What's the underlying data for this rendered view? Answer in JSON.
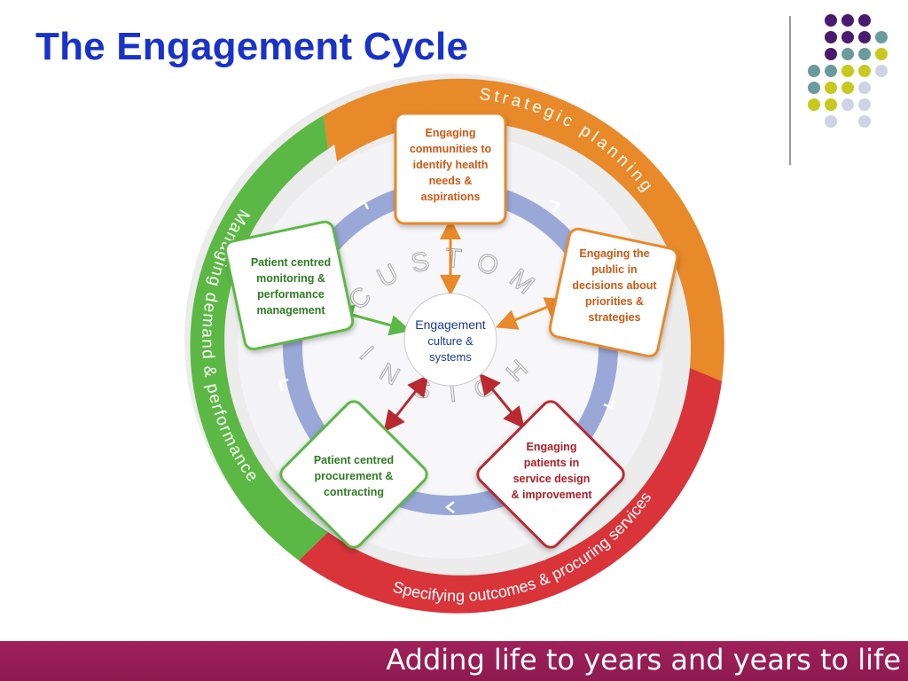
{
  "title": "The Engagement Cycle",
  "footer": {
    "tagline": "Adding life to years and years to life"
  },
  "colors": {
    "title": "#1932c8",
    "orange": "#e8892a",
    "red": "#d8343a",
    "green": "#5cb845",
    "blue_ring": "#9aa8d8",
    "footer": "#9b1d56",
    "purple_dot": "#4a1a6e",
    "teal_dot": "#6a9c9c",
    "yellow_dot": "#c8c81e",
    "lavender_dot": "#d2d2e6"
  },
  "diagram": {
    "outer_ring_labels": {
      "strategic": "Strategic planning",
      "managing": "Managing demand & performance",
      "specifying": "Specifying outcomes & procuring services"
    },
    "inner_ring_text": {
      "customer": "CUSTOMER",
      "insight": "INSIGHT"
    },
    "center": {
      "line1": "Engagement",
      "line2": "culture &",
      "line3": "systems"
    },
    "boxes": {
      "top": [
        "Engaging",
        "communities to",
        "identify health",
        "needs &",
        "aspirations"
      ],
      "right": [
        "Engaging the",
        "public in",
        "decisions about",
        "priorities &",
        "strategies"
      ],
      "bottom_right": [
        "Engaging",
        "patients in",
        "service design",
        "& improvement"
      ],
      "bottom_left": [
        "Patient centred",
        "procurement &",
        "contracting"
      ],
      "left": [
        "Patient centred",
        "monitoring &",
        "performance",
        "management"
      ]
    }
  }
}
